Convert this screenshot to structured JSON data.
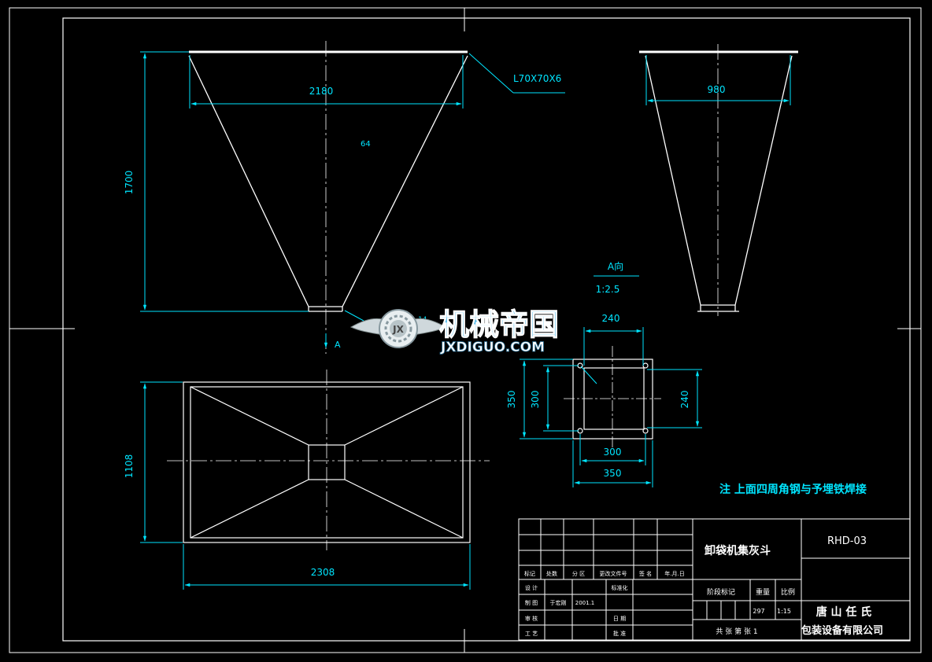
{
  "colors": {
    "background": "#000000",
    "outline": "#ffffff",
    "dimension": "#00e5ff",
    "note": "#00e5ff",
    "watermark_text": "#4fb8ea",
    "watermark_dark": "#2a6f95",
    "watermark_url": "#ffffff"
  },
  "labels": {
    "angle_steel": "L70X70X6",
    "view_a_title": "A向",
    "view_a_scale": "1:2.5",
    "arrow_a": "A",
    "center_mark": "64",
    "section_mark": "14"
  },
  "dimensions": {
    "front_width": "2180",
    "front_height": "1700",
    "side_width": "980",
    "plan_length": "2308",
    "plan_width": "1108",
    "flange_top": "240",
    "flange_left_outer": "350",
    "flange_left_inner": "300",
    "flange_right": "240",
    "flange_bottom_inner": "300",
    "flange_bottom_outer": "350"
  },
  "note": "注 上面四周角钢与予埋铁焊接",
  "watermark": {
    "brand": "机械帝国",
    "url": "JXDIGUO.COM",
    "emblem_letters": "JX"
  },
  "title_block": {
    "part_name": "卸袋机集灰斗",
    "drawing_no": "RHD-03",
    "company_line1": "唐 山 任 氏",
    "company_line2": "包装设备有限公司",
    "header_cells": [
      "标记",
      "处数",
      "分 区",
      "更改文件号",
      "签 名",
      "年.月.日"
    ],
    "row_design": "设 计",
    "row_draw": "制 图",
    "drafter": "于宏刚",
    "date_value": "2001.1",
    "row_review": "审 核",
    "row_process": "工 艺",
    "standardization": "标准化",
    "date_label": "日 期",
    "approval": "批 准",
    "stage_mark": "阶段标记",
    "weight_label": "重量",
    "scale_label": "比例",
    "weight_value": "297",
    "scale_value": "1:15",
    "sheets": "共   张  第   张 1"
  }
}
